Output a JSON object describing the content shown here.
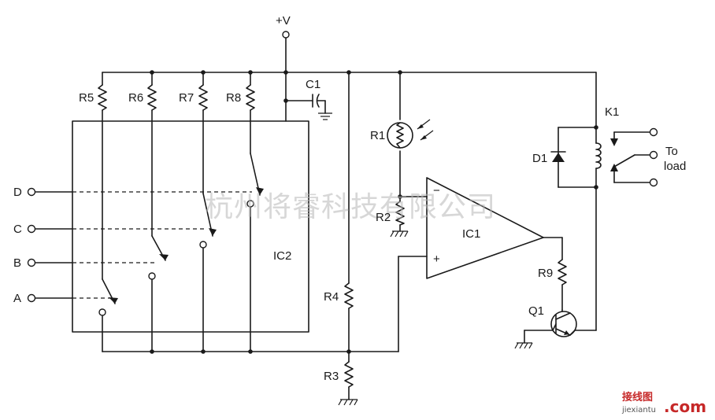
{
  "labels": {
    "supply": "+V",
    "r5": "R5",
    "r6": "R6",
    "r7": "R7",
    "r8": "R8",
    "c1": "C1",
    "r1": "R1",
    "r2": "R2",
    "r3": "R3",
    "r4": "R4",
    "r9": "R9",
    "ic1": "IC1",
    "ic2": "IC2",
    "k1": "K1",
    "d1": "D1",
    "q1": "Q1",
    "minus": "−",
    "plus": "+",
    "load_line1": "To",
    "load_line2": "load",
    "in_d": "D",
    "in_c": "C",
    "in_b": "B",
    "in_a": "A"
  },
  "watermark": "杭州将睿科技有限公司",
  "logo": {
    "brand": "接线图",
    "domain": "jiexiantu",
    "suffix": ".com"
  },
  "colors": {
    "ink": "#1a1a1a",
    "watermark": "#b8b8b8",
    "logo_red": "#c62828"
  }
}
